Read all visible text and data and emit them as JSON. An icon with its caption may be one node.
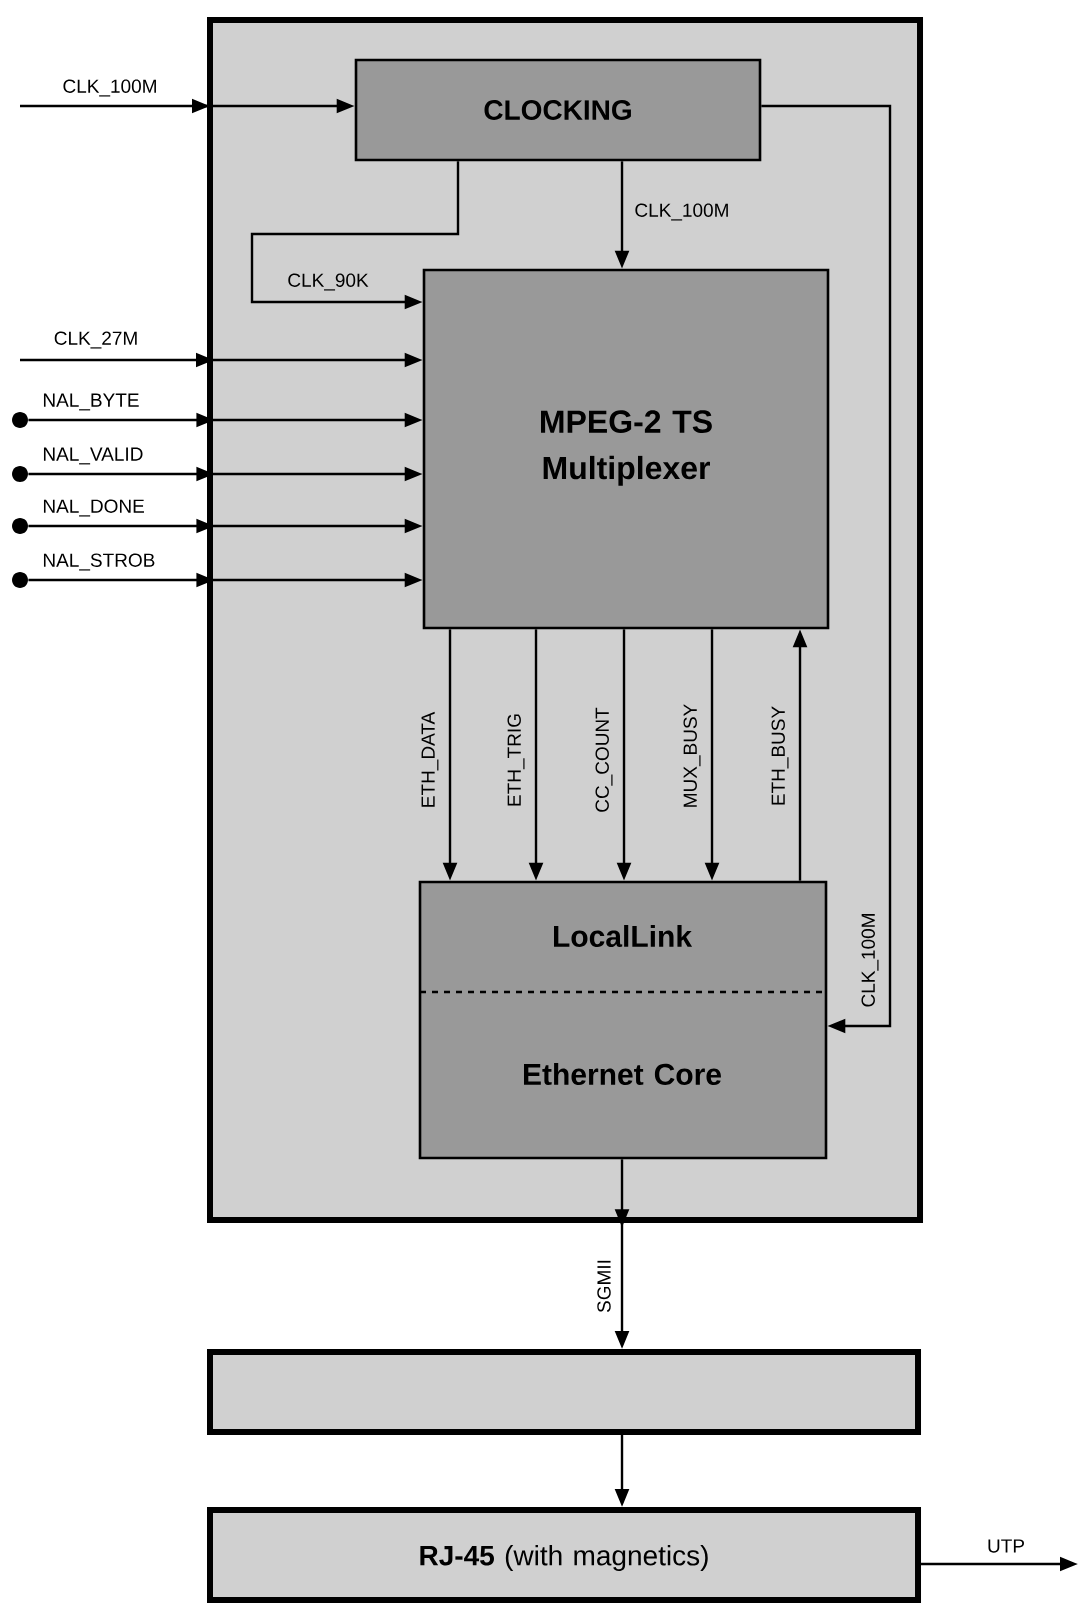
{
  "diagram": {
    "nodes": [
      {
        "text": [],
        "shape": "box"
      },
      {
        "text": [
          "CLOCKING"
        ],
        "in": 0
      },
      {
        "text": [
          "MPEG-2 TS Multiplexer"
        ],
        "in": 0
      },
      {
        "text": [
          "LocalLink",
          "Ethernet Core"
        ],
        "in": 0
      },
      {
        "text": [],
        "shape": "box"
      },
      {
        "text": [
          "**RJ-45** (with magnetics)"
        ]
      },
      {
        "text": [],
        "shape": "circle"
      },
      {
        "text": [],
        "shape": "circle"
      },
      {
        "text": [],
        "shape": "circle"
      },
      {
        "text": [],
        "shape": "circle"
      }
    ],
    "edges": [
      {
        "from": null,
        "to": 1,
        "arrow": "to",
        "label": "CLK_100M"
      },
      {
        "from": 1,
        "to": 2,
        "arrow": "to",
        "label": "CLK_100M"
      },
      {
        "from": 1,
        "to": 2,
        "arrow": "to",
        "label": "CLK_90K"
      },
      {
        "from": 1,
        "to": 3,
        "arrow": "to",
        "label": "CLK_100M"
      },
      {
        "from": null,
        "to": 2,
        "arrow": "to",
        "label": "CLK_27M"
      },
      {
        "from": 6,
        "to": 2,
        "arrow": "to",
        "label": "NAL_BYTE"
      },
      {
        "from": 7,
        "to": 2,
        "arrow": "to",
        "label": "NAL_VALID"
      },
      {
        "from": 8,
        "to": 2,
        "arrow": "to",
        "label": "NAL_DONE"
      },
      {
        "from": 9,
        "to": 2,
        "arrow": "to",
        "label": "NAL_STROB"
      },
      {
        "from": 2,
        "to": 3,
        "arrow": "to",
        "label": "ETH_DATA"
      },
      {
        "from": 2,
        "to": 3,
        "arrow": "to",
        "label": "ETH_TRIG"
      },
      {
        "from": 2,
        "to": 3,
        "arrow": "to",
        "label": "CC_COUNT"
      },
      {
        "from": 2,
        "to": 3,
        "arrow": "to",
        "label": "MUX_BUSY"
      },
      {
        "from": 3,
        "to": 2,
        "arrow": "to",
        "label": "ETH_BUSY"
      },
      {
        "from": 3,
        "to": 4,
        "arrow": "to",
        "label": "SGMII"
      },
      {
        "from": 4,
        "to": 5,
        "arrow": "to"
      },
      {
        "from": 5,
        "to": null,
        "arrow": "to",
        "label": "UTP"
      }
    ]
  }
}
